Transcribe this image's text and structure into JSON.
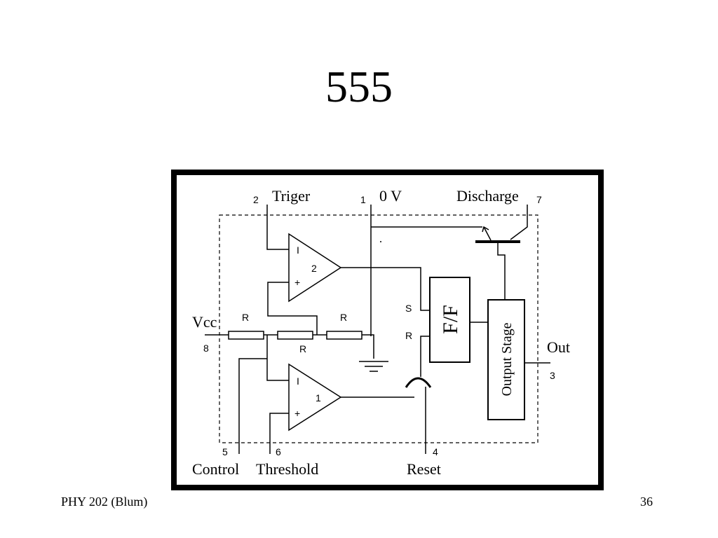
{
  "slide": {
    "title": "555"
  },
  "footer": {
    "course": "PHY 202 (Blum)",
    "page": "36"
  },
  "diagram": {
    "pins": {
      "trigger": {
        "label": "Triger",
        "number": "2"
      },
      "ground": {
        "label": "0 V",
        "number": "1"
      },
      "discharge": {
        "label": "Discharge",
        "number": "7"
      },
      "vcc": {
        "label": "Vcc",
        "number": "8"
      },
      "output": {
        "label": "Out",
        "number": "3"
      },
      "control": {
        "label": "Control",
        "number": "5"
      },
      "threshold": {
        "label": "Threshold",
        "number": "6"
      },
      "reset": {
        "label": "Reset",
        "number": "4"
      }
    },
    "comparator_top": {
      "number": "2",
      "minus": "I",
      "plus": "+"
    },
    "comparator_bottom": {
      "number": "1",
      "minus": "I",
      "plus": "+"
    },
    "resistors": {
      "r1": "R",
      "r2": "R",
      "r3": "R"
    },
    "flipflop": {
      "label": "F/F",
      "set": "S",
      "reset": "R"
    },
    "output_stage": {
      "label": "Output Stage"
    }
  }
}
